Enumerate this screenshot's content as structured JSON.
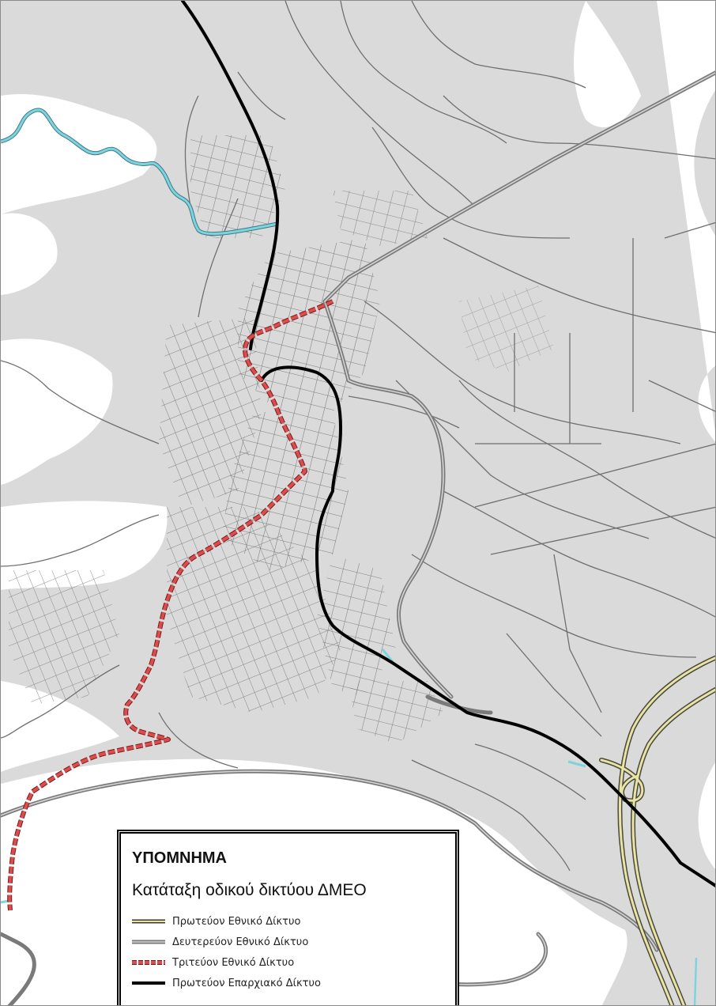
{
  "legend": {
    "heading": "ΥΠΟΜΝΗΜΑ",
    "subheading": "Κατάταξη οδικού δικτύου ΔΜΕΟ",
    "items": [
      {
        "label": "Πρωτεύον Εθνικό Δίκτυο",
        "color": "#b5ad6a",
        "style": "double-line"
      },
      {
        "label": "Δευτερεύον Εθνικό Δίκτυο",
        "color": "#8d8d8d",
        "style": "thick-gray"
      },
      {
        "label": "Τριτεύον Εθνικό Δίκτυο",
        "color": "#c43c3c",
        "style": "red-dashed"
      },
      {
        "label": "Πρωτεύον Επαρχιακό Δίκτυο",
        "color": "#000000",
        "style": "black-bold"
      }
    ]
  },
  "colors": {
    "land": "#dadada",
    "background": "#ffffff",
    "river": "#7fd3df",
    "local_street": "#6f6f6f"
  }
}
